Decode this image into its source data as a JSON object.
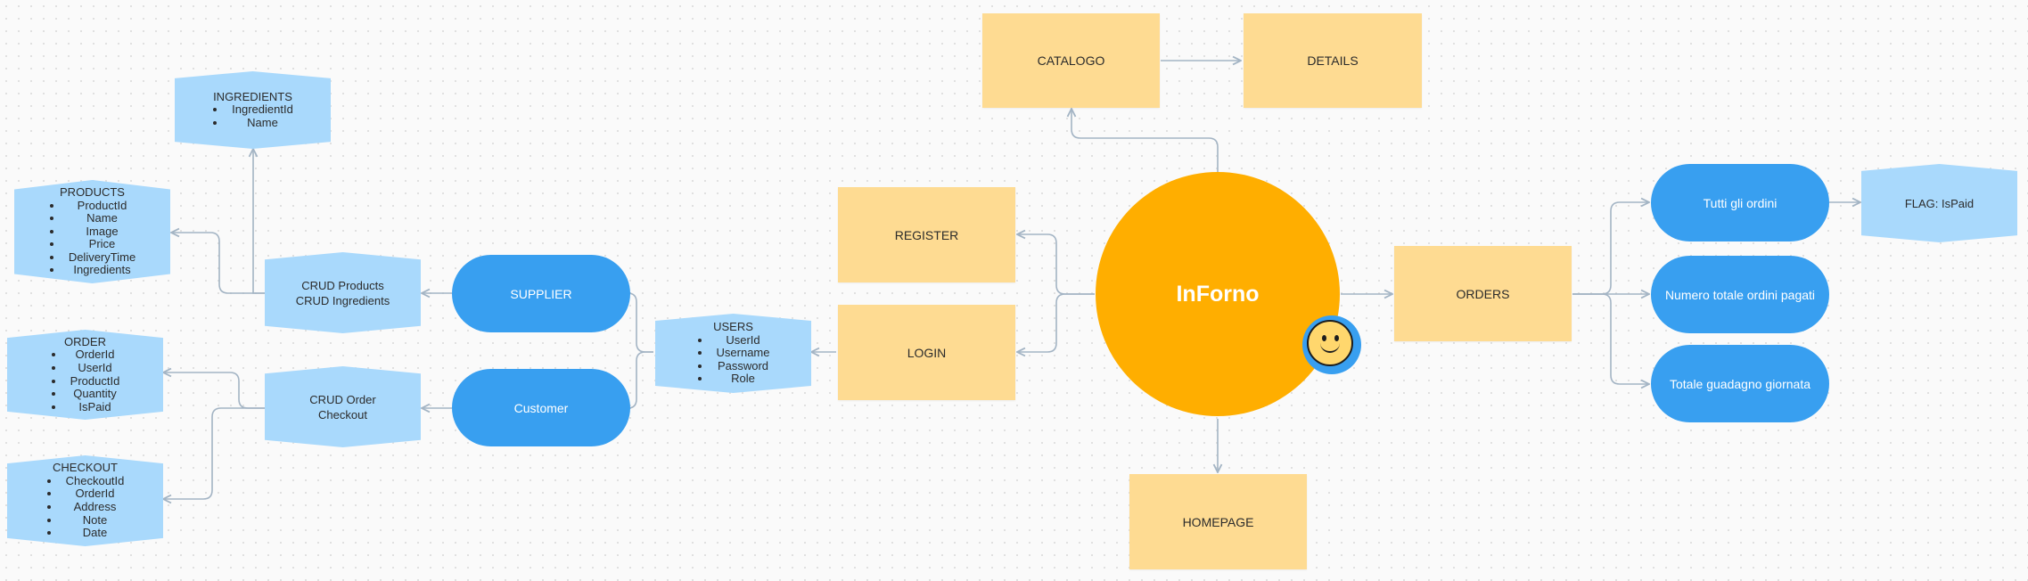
{
  "center": {
    "title": "InForno"
  },
  "stickies": {
    "catalogo": "CATALOGO",
    "details": "DETAILS",
    "register": "REGISTER",
    "login": "LOGIN",
    "orders": "ORDERS",
    "homepage": "HOMEPAGE"
  },
  "pills": {
    "supplier": "SUPPLIER",
    "customer": "Customer",
    "tutti": "Tutti gli ordini",
    "numero": "Numero totale ordini pagati",
    "totale": "Totale guadagno giornata"
  },
  "hexes": {
    "flag": {
      "title": "FLAG: IsPaid"
    },
    "crud_products": {
      "lines": [
        "CRUD Products",
        "CRUD Ingredients"
      ]
    },
    "crud_order": {
      "lines": [
        "CRUD Order",
        "Checkout"
      ]
    },
    "users": {
      "title": "USERS",
      "items": [
        "UserId",
        "Username",
        "Password",
        "Role"
      ]
    },
    "ingredients": {
      "title": "INGREDIENTS",
      "items": [
        "IngredientId",
        "Name"
      ]
    },
    "products": {
      "title": "PRODUCTS",
      "items": [
        "ProductId",
        "Name",
        "Image",
        "Price",
        "DeliveryTime",
        "Ingredients"
      ]
    },
    "order": {
      "title": "ORDER",
      "items": [
        "OrderId",
        "UserId",
        "ProductId",
        "Quantity",
        "IsPaid"
      ]
    },
    "checkout": {
      "title": "CHECKOUT",
      "items": [
        "CheckoutId",
        "OrderId",
        "Address",
        "Note",
        "Date"
      ]
    }
  },
  "colors": {
    "sticky": "#fedb92",
    "pill": "#389ff0",
    "hex": "#a9d9fc",
    "center": "#ffae00",
    "connector": "#a3b4c4"
  },
  "icons": {
    "avatar": "smiley-face-icon"
  }
}
